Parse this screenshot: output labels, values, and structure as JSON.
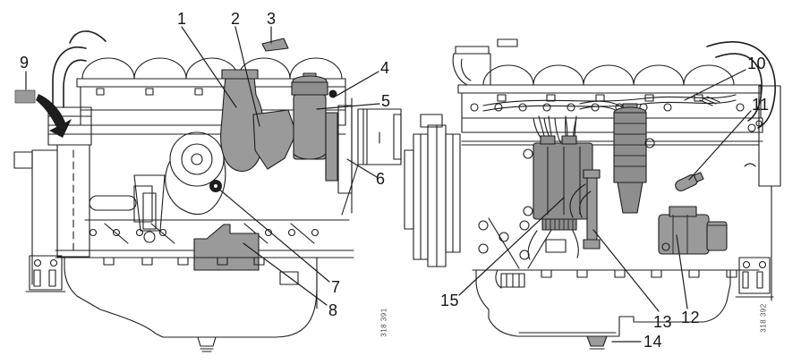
{
  "colors": {
    "background": "#ffffff",
    "line": "#1d1d1d",
    "highlight_gray": "#9a9a9a",
    "component_gray": "#8e8e8e"
  },
  "views": [
    {
      "name": "engine-side-view-a",
      "figure_number": "318 391",
      "callouts": [
        {
          "label": "1"
        },
        {
          "label": "2"
        },
        {
          "label": "3"
        },
        {
          "label": "4"
        },
        {
          "label": "5"
        },
        {
          "label": "6"
        },
        {
          "label": "7"
        },
        {
          "label": "8"
        },
        {
          "label": "9"
        }
      ]
    },
    {
      "name": "engine-side-view-b",
      "figure_number": "318 392",
      "callouts": [
        {
          "label": "10"
        },
        {
          "label": "11"
        },
        {
          "label": "12"
        },
        {
          "label": "13"
        },
        {
          "label": "14"
        },
        {
          "label": "15"
        }
      ]
    }
  ]
}
